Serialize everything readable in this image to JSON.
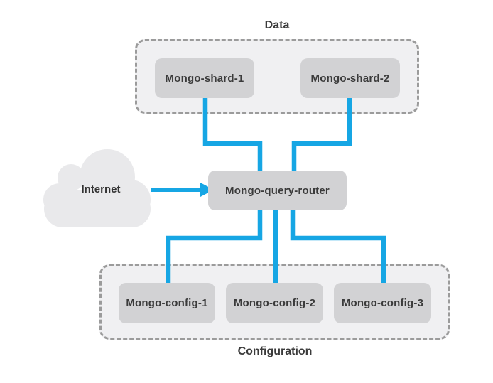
{
  "colors": {
    "connector": "#16a6e4",
    "node_fill": "#d2d2d4",
    "group_fill": "#f0f0f2",
    "group_border": "#9b9b9b",
    "cloud_fill": "#e9e9eb",
    "text": "#3b3b3b",
    "background": "#ffffff"
  },
  "cloud": {
    "label": "Internet"
  },
  "groups": {
    "data": {
      "label": "Data"
    },
    "configuration": {
      "label": "Configuration"
    }
  },
  "nodes": {
    "shard1": {
      "label": "Mongo-shard-1"
    },
    "shard2": {
      "label": "Mongo-shard-2"
    },
    "router": {
      "label": "Mongo-query-router"
    },
    "config1": {
      "label": "Mongo-config-1"
    },
    "config2": {
      "label": "Mongo-config-2"
    },
    "config3": {
      "label": "Mongo-config-3"
    }
  },
  "edges": [
    {
      "from": "internet",
      "to": "router"
    },
    {
      "from": "shard1",
      "to": "router"
    },
    {
      "from": "shard2",
      "to": "router"
    },
    {
      "from": "router",
      "to": "config1"
    },
    {
      "from": "router",
      "to": "config2"
    },
    {
      "from": "router",
      "to": "config3"
    }
  ]
}
